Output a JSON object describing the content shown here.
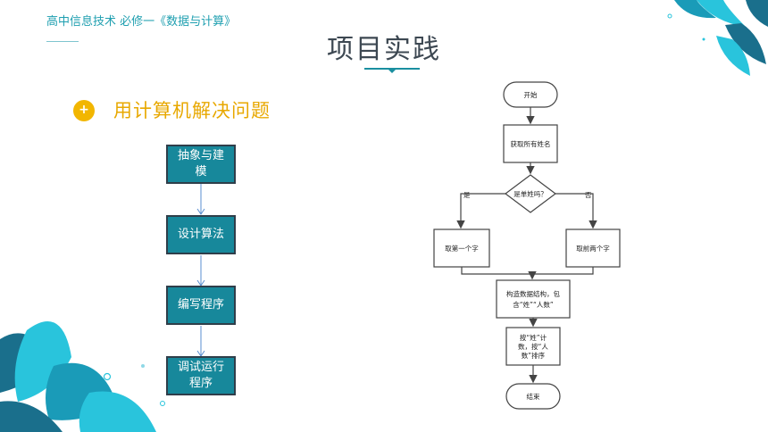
{
  "header": {
    "course": "高中信息技术  必修一《数据与计算》",
    "title": "项目实践"
  },
  "section": {
    "badge": "+",
    "heading": "用计算机解决问题"
  },
  "steps": [
    {
      "label": "抽象与建模"
    },
    {
      "label": "设计算法"
    },
    {
      "label": "编写程序"
    },
    {
      "label": "调试运行程序"
    }
  ],
  "flowchart": {
    "start": "开始",
    "get_names": "获取所有姓名",
    "decision": "是单姓吗？",
    "yes": "是",
    "no": "否",
    "take_first": "取第一个字",
    "take_first_two": "取前两个字",
    "build_line1": "构造数据结构，包",
    "build_line2": "含“姓”“人数”",
    "sort_line1": "按“姓”计",
    "sort_line2": "数，按“人",
    "sort_line3": "数”排序",
    "end": "结束"
  },
  "colors": {
    "accent_teal": "#17889b",
    "accent_yellow": "#e8a800",
    "leaf_light": "#29c4dc",
    "leaf_dark": "#1a6f8c"
  }
}
